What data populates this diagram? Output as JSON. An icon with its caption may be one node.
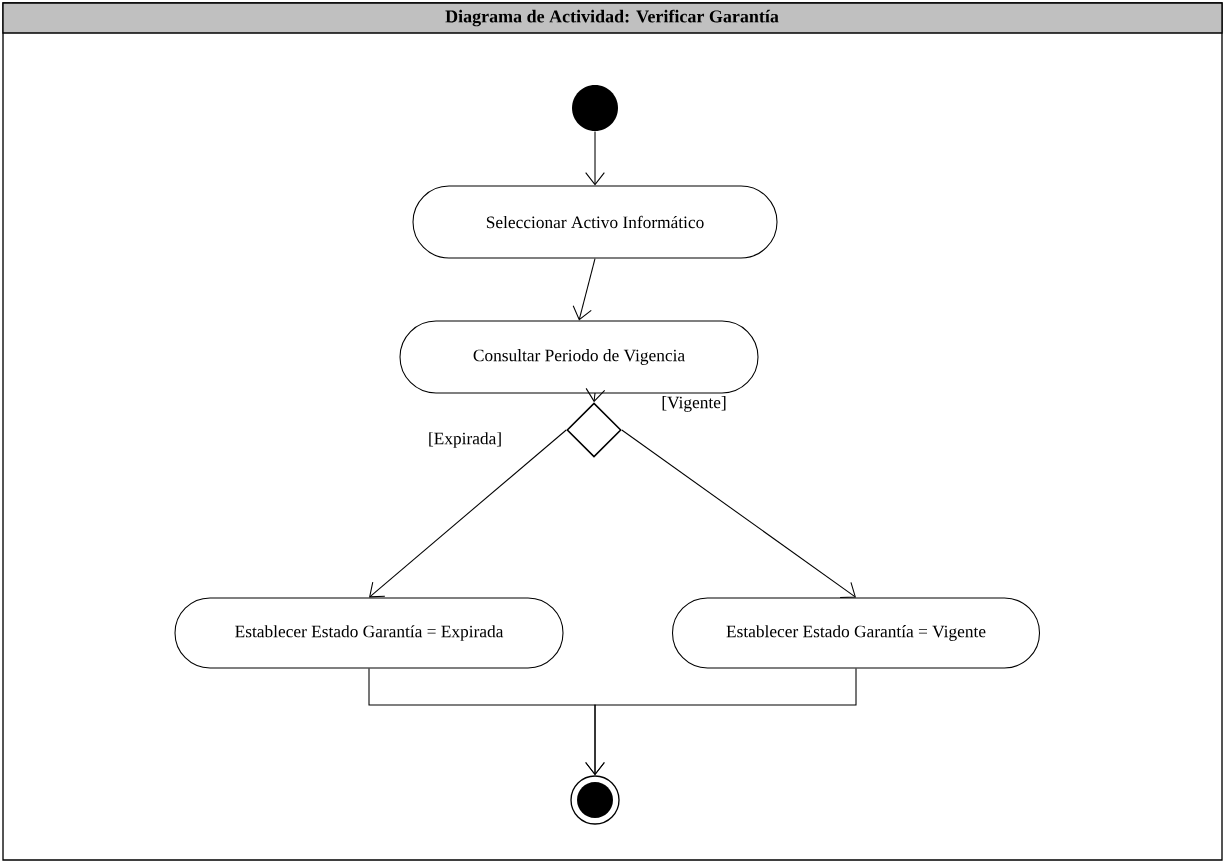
{
  "diagram": {
    "title": "Diagrama de Actividad: Verificar Garantía",
    "nodes": [
      {
        "text": [],
        "shape": "circle"
      },
      {
        "text": [
          "Seleccionar Activo Informático"
        ]
      },
      {
        "text": [
          "Consultar Periodo de Vigencia"
        ]
      },
      {
        "text": [],
        "shape": "diamond"
      },
      {
        "text": [
          "Establecer Estado Garantía = Expirada"
        ]
      },
      {
        "text": [
          "Establecer Estado Garantía = Vigente"
        ]
      },
      {
        "text": [],
        "shape": "circle"
      }
    ],
    "edges": [
      {
        "from": 0,
        "to": 1,
        "arrow": "to"
      },
      {
        "from": 1,
        "to": 2,
        "arrow": "to"
      },
      {
        "from": 2,
        "to": 3,
        "arrow": "to"
      },
      {
        "from": 3,
        "to": 4,
        "arrow": "to",
        "label": "[Expirada]"
      },
      {
        "from": 3,
        "to": 5,
        "arrow": "to",
        "label": "[Vigente]"
      },
      {
        "from": 4,
        "to": 6,
        "arrow": "to"
      },
      {
        "from": 5,
        "to": 6,
        "arrow": "to"
      }
    ]
  }
}
